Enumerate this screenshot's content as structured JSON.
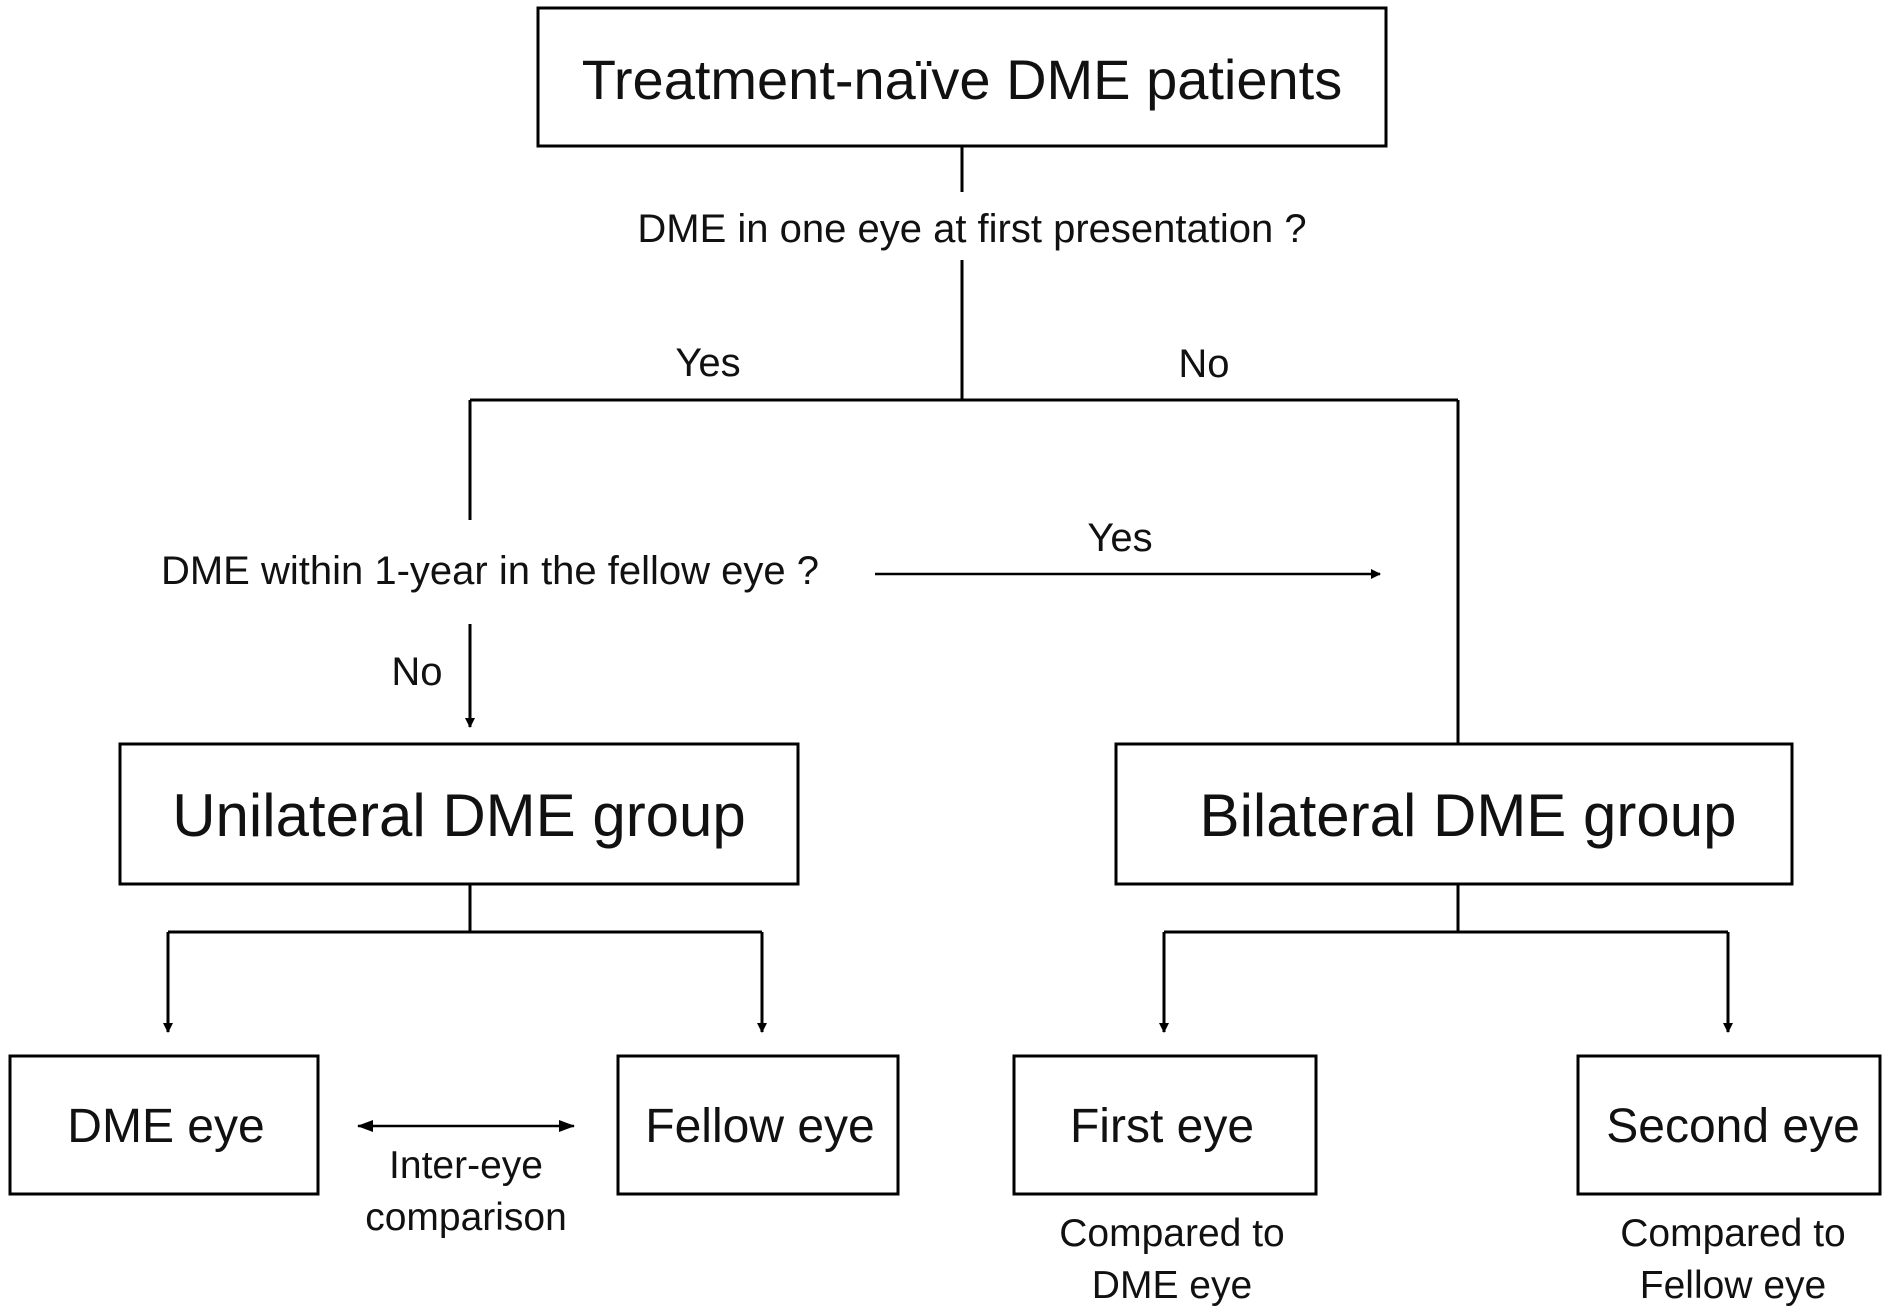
{
  "root": {
    "label": "Treatment-naïve DME patients"
  },
  "question1": {
    "text": "DME in one eye at first presentation ?",
    "yes": "Yes",
    "no": "No"
  },
  "question2": {
    "text": "DME within 1-year in the fellow eye ?",
    "yes": "Yes",
    "no": "No"
  },
  "groups": {
    "unilateral": {
      "label": "Unilateral DME group",
      "eyes": [
        "DME eye",
        "Fellow eye"
      ],
      "comparison": [
        "Inter-eye",
        "comparison"
      ]
    },
    "bilateral": {
      "label": "Bilateral DME group",
      "eyes": [
        "First eye",
        "Second eye"
      ],
      "first_note": [
        "Compared to",
        "DME eye"
      ],
      "second_note": [
        "Compared to",
        "Fellow eye"
      ]
    }
  }
}
